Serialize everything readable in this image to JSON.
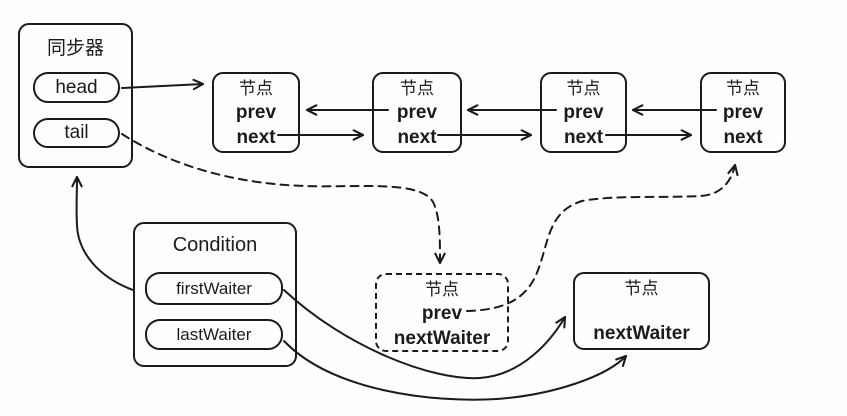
{
  "colors": {
    "stroke": "#1b1b1b",
    "background": "#fefefe"
  },
  "synchronizer": {
    "title": "同步器",
    "head_label": "head",
    "tail_label": "tail"
  },
  "sync_queue_nodes": [
    {
      "title": "节点",
      "prev_label": "prev",
      "next_label": "next"
    },
    {
      "title": "节点",
      "prev_label": "prev",
      "next_label": "next"
    },
    {
      "title": "节点",
      "prev_label": "prev",
      "next_label": "next"
    },
    {
      "title": "节点",
      "prev_label": "prev",
      "next_label": "next"
    }
  ],
  "condition": {
    "title": "Condition",
    "first_waiter_label": "firstWaiter",
    "last_waiter_label": "lastWaiter"
  },
  "transferred_node": {
    "title": "节点",
    "prev_label": "prev",
    "next_waiter_label": "nextWaiter",
    "border_style": "dashed"
  },
  "waiting_node": {
    "title": "节点",
    "next_waiter_label": "nextWaiter"
  },
  "edges": [
    {
      "from": "synchronizer.head",
      "to": "node-1",
      "style": "solid"
    },
    {
      "from": "node-1.next",
      "to": "node-2",
      "style": "solid"
    },
    {
      "from": "node-2.prev",
      "to": "node-1",
      "style": "solid"
    },
    {
      "from": "node-2.next",
      "to": "node-3",
      "style": "solid"
    },
    {
      "from": "node-3.prev",
      "to": "node-2",
      "style": "solid"
    },
    {
      "from": "node-3.next",
      "to": "node-4",
      "style": "solid"
    },
    {
      "from": "node-4.prev",
      "to": "node-3",
      "style": "solid"
    },
    {
      "from": "synchronizer.tail",
      "to": "transferred-node",
      "style": "dashed"
    },
    {
      "from": "transferred-node.prev",
      "to": "node-4",
      "style": "dashed"
    },
    {
      "from": "condition",
      "to": "synchronizer",
      "style": "solid"
    },
    {
      "from": "condition.firstWaiter",
      "to": "waiting-node",
      "style": "solid"
    },
    {
      "from": "condition.lastWaiter",
      "to": "waiting-node",
      "style": "solid"
    }
  ]
}
